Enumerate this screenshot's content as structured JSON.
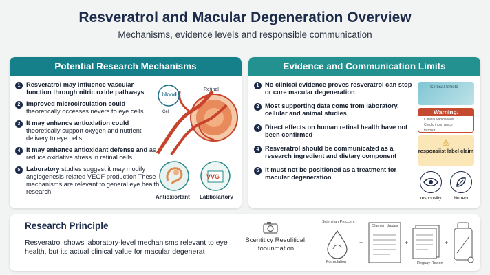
{
  "header": {
    "title": "Resveratrol and Macular Degeneration Overview",
    "subtitle": "Mechanisms, evidence levels and responsible communication"
  },
  "left_panel": {
    "heading": "Potential Research Mechanisms",
    "items": [
      {
        "num": "1",
        "strong": "Resveratrol may influence vascular function through nitric oxide pathways",
        "rest": ""
      },
      {
        "num": "2",
        "strong": "Improved microcirculation could",
        "rest": " theoretically occesses nevers to eye cells"
      },
      {
        "num": "3",
        "strong": "It may enhance antioxlation could",
        "rest": " theoretically support oxygen and nutrient delivery to eye cells"
      },
      {
        "num": "4",
        "strong": "It may enhance antioxidant defense and",
        "rest": " as reduce oxidative stress in retinal cells"
      },
      {
        "num": "5",
        "strong": "Laboratory",
        "rest": " studies suggest it may modify angiogenesis-related VEGF production These mechanisms are relevant to general eye health research"
      }
    ],
    "illustration": {
      "blood_label": "blood",
      "retinal_label": "Retinal",
      "cell_label": "Cell",
      "vvg_text": "VVG",
      "antioxidant_caption": "Antioxiortant",
      "laboratory_caption": "Labbolartory"
    }
  },
  "right_panel": {
    "heading": "Evidence and Communication Limits",
    "items": [
      {
        "num": "1",
        "text": "No clinical evidence proves resveratrol can stop or cure macular degeneration"
      },
      {
        "num": "2",
        "text": "Most supporting data come from laboratory, cellular and animal studies"
      },
      {
        "num": "3",
        "text": "Direct effects on human retinal health have not been confirmed"
      },
      {
        "num": "4",
        "text": "Resveratrol should be communicated as a research ingredient and dietary component"
      },
      {
        "num": "5",
        "text": "It must not be positioned as a treatment for macular degeneration"
      }
    ],
    "side": {
      "clinical_text": "Clinical Shield",
      "warning_title": "Warning.",
      "warning_lines": [
        "Clinical Vablnaseds",
        "Cerdic incon rance",
        "to rolkd"
      ],
      "resp_label": "responsiist label claim",
      "eye_caption": "responsiity",
      "nutrient_caption": "Nutrent"
    }
  },
  "bottom": {
    "title": "Research Principle",
    "text": "Resveratrol shows laboratory-level mechanisms relevant to eye health, but its actual clinical value for macular degenerat",
    "mid_text": "Scentiticy Resulitical, toounmation",
    "flow": {
      "top_left_label": "Scientifan Proccent",
      "top_mid_label": "Olamsin drudas",
      "formulation_label": "Formulation",
      "review_label": "Reguay Revion"
    }
  },
  "colors": {
    "teal_header_left": "#16808a",
    "teal_header_right": "#22918f",
    "navy": "#1d2b4a",
    "vessel_red": "#c8432c",
    "warning_red": "#c44a30",
    "label_yellow": "#fbe6b8"
  }
}
